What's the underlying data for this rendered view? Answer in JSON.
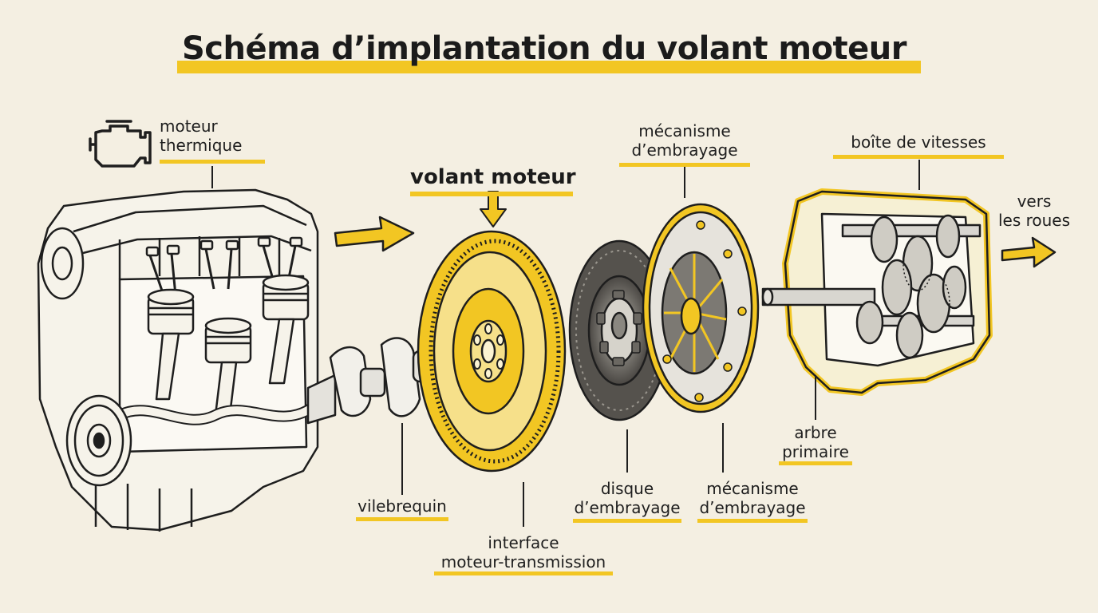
{
  "title": "Schéma d’implantation du volant moteur",
  "colors": {
    "accent": "#f2c623",
    "ink": "#1e1e1e",
    "background": "#f4efe2",
    "metal": "#d8d6d0",
    "disc": "#55524d"
  },
  "icons": {
    "engine": "engine-icon"
  },
  "labels": {
    "engine": [
      "moteur",
      "thermique"
    ],
    "flywheel": "volant moteur",
    "clutch_mechanism_top": [
      "mécanisme",
      "d’embrayage"
    ],
    "gearbox": "boîte de vitesses",
    "wheels": [
      "vers",
      "les roues"
    ],
    "crankshaft": "vilebrequin",
    "interface": [
      "interface",
      "moteur-transmission"
    ],
    "clutch_disc": [
      "disque",
      "d’embrayage"
    ],
    "clutch_mechanism_bottom": [
      "mécanisme",
      "d’embrayage"
    ],
    "input_shaft": [
      "arbre",
      "primaire"
    ]
  }
}
